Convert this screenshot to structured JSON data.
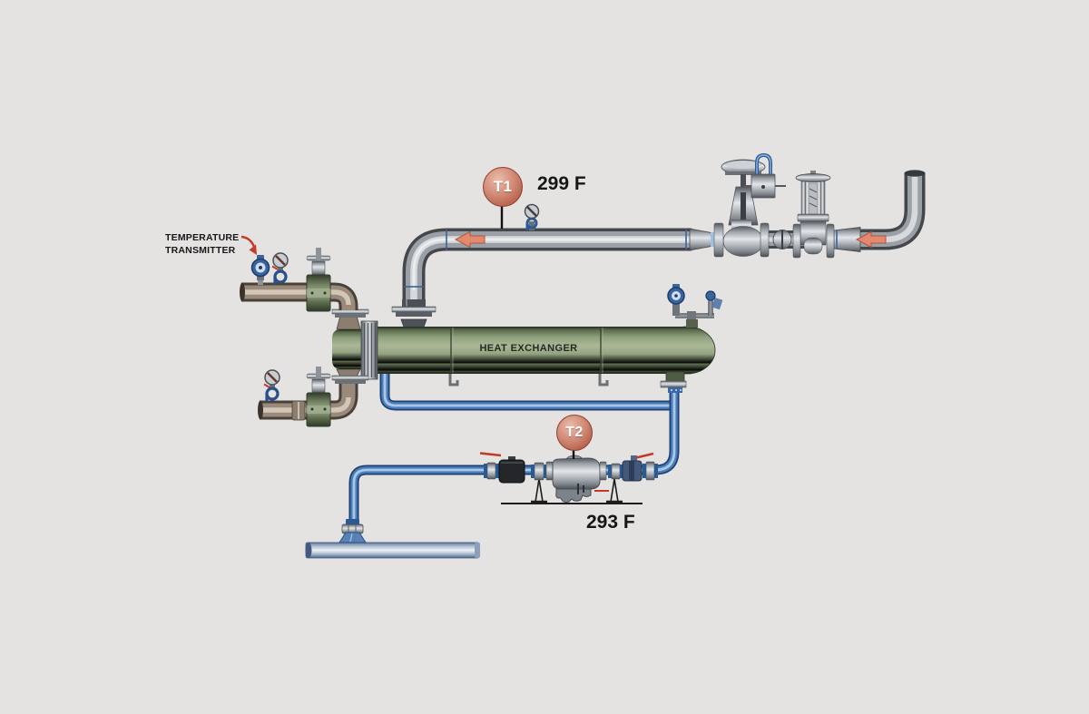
{
  "diagram": {
    "background": "#e4e3e1",
    "annotation": {
      "line1": "TEMPERATURE",
      "line2": "TRANSMITTER",
      "arrow_color": "#c73b28"
    },
    "vessel": {
      "label": "HEAT EXCHANGER",
      "color": "#8a9a78"
    },
    "sensors": {
      "t1": {
        "tag": "T1",
        "reading": "299 F"
      },
      "t2": {
        "tag": "T2",
        "reading": "293 F"
      }
    },
    "badge_color": "#c97f6d",
    "text_color": "#161616",
    "flow_arrow_color": "#e2896f",
    "pipe_colors": {
      "steam_line": "#9aa0a5",
      "condensate_line": "#4d7eba",
      "process_line": "#998a7b",
      "drain_header": "#b3c0d2"
    }
  }
}
